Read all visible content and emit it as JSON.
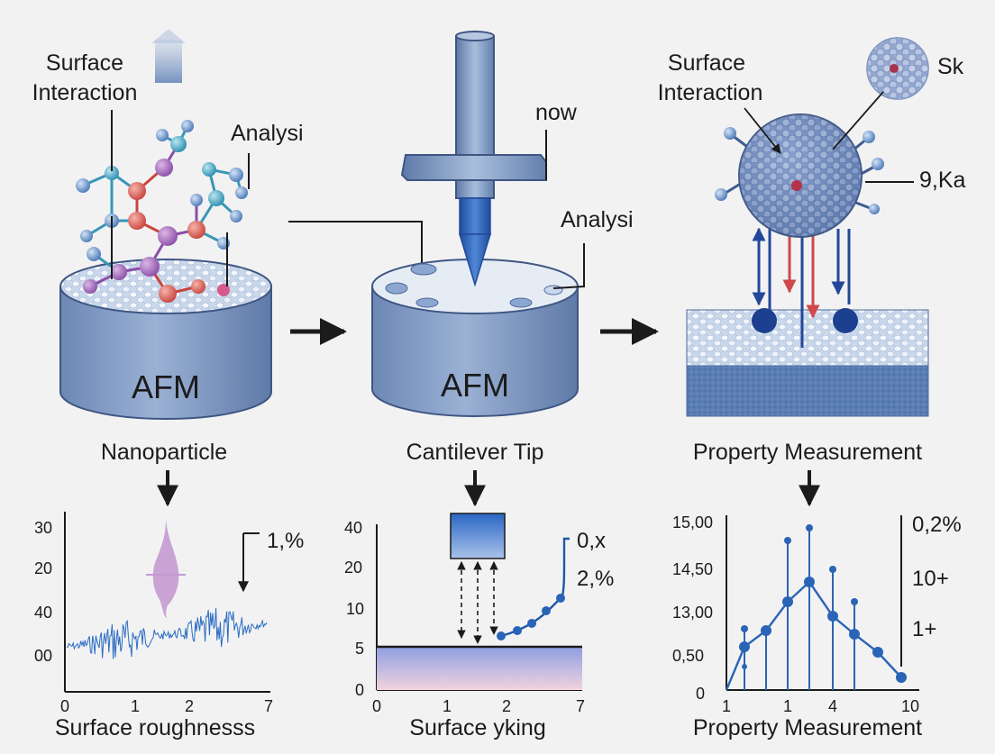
{
  "panels": {
    "left": {
      "callout_surface_line1": "Surface",
      "callout_surface_line2": "Interaction",
      "callout_analysis": "Analysi",
      "base_label": "AFM",
      "caption": "Nanoparticle"
    },
    "middle": {
      "callout_now": "now",
      "callout_analysis": "Analysi",
      "base_label": "AFM",
      "caption": "Cantilever Tip"
    },
    "right": {
      "callout_surface_line1": "Surface",
      "callout_surface_line2": "Interaction",
      "callout_sk": "Sk",
      "callout_9ka": "9,Ka",
      "caption": "Property Measurement"
    }
  },
  "plots": {
    "roughness": {
      "y_ticks": [
        "30",
        "20",
        "40",
        "00"
      ],
      "x_ticks": [
        "0",
        "1",
        "2",
        "7"
      ],
      "annotation": "1,%",
      "xlabel": "Surface roughnesss"
    },
    "yking": {
      "y_ticks": [
        "40",
        "20",
        "10",
        "5",
        "0"
      ],
      "x_ticks": [
        "0",
        "1",
        "2",
        "7"
      ],
      "annotation_1": "0,x",
      "annotation_2": "2,%",
      "xlabel": "Surface yking"
    },
    "property": {
      "y_ticks": [
        "15,00",
        "14,50",
        "13,00",
        "0,50",
        "0"
      ],
      "x_ticks": [
        "1",
        "1",
        "4",
        "10"
      ],
      "right_ticks": [
        "0,2%",
        "10+",
        "1+"
      ],
      "xlabel": "Property Measurement"
    }
  },
  "colors": {
    "background": "#f2f2f3",
    "cylinder_side": "#7d97c2",
    "cylinder_top": "#dde6f1",
    "accent_blue": "#2f5fa8",
    "red_arrow": "#d0484b",
    "signal_blue": "#2b6cc2",
    "violin": "#c49ad0"
  }
}
